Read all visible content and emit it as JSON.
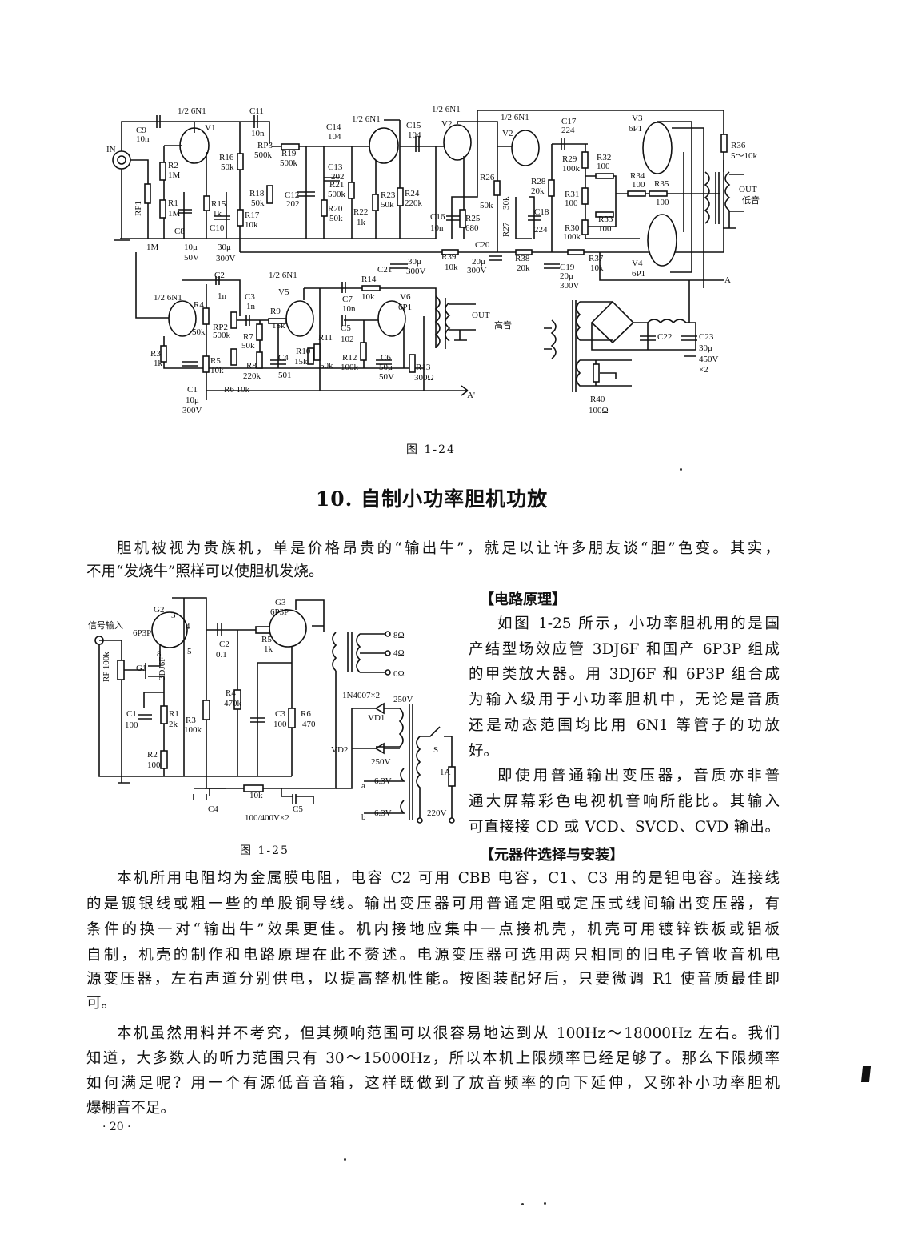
{
  "figure_1_24": {
    "caption": "图 1-24",
    "labels": [
      "IN",
      "C9",
      "10n",
      "1/2 6N1",
      "V1",
      "C11",
      "10n",
      "RP3",
      "500k",
      "R16",
      "50k",
      "R19",
      "500k",
      "C14",
      "104",
      "1/2 6N1",
      "C15",
      "104",
      "R2",
      "1M",
      "R1",
      "1M",
      "RP1",
      "R15",
      "1k",
      "C8",
      "C10",
      "R17",
      "10k",
      "R18",
      "50k",
      "C12",
      "202",
      "C13",
      "202",
      "R21",
      "500k",
      "R20",
      "50k",
      "R22",
      "1k",
      "R23",
      "50k",
      "R24",
      "220k",
      "1M",
      "10μ",
      "50V",
      "30μ",
      "300V",
      "C21",
      "30μ",
      "300V",
      "1/2 6N1",
      "V2",
      "1/2 6N1",
      "V2",
      "C17",
      "224",
      "V3",
      "6P1",
      "R36",
      "5～10k",
      "R29",
      "100k",
      "R32",
      "100",
      "R26",
      "R28",
      "20k",
      "R31",
      "100",
      "R34",
      "100",
      "R35",
      "100",
      "OUT",
      "低音",
      "50k",
      "30k",
      "R27",
      "C16",
      "10n",
      "R25",
      "680",
      "C18",
      "224",
      "R30",
      "100k",
      "R33",
      "100",
      "C20",
      "R39",
      "10k",
      "20μ",
      "300V",
      "R38",
      "20k",
      "C19",
      "20μ",
      "300V",
      "R37",
      "10k",
      "V4",
      "6P1",
      "A",
      "C2",
      "1n",
      "1/2 6N1",
      "V5",
      "1/2 6N1",
      "R4",
      "50k",
      "C3",
      "1n",
      "RP2",
      "500k",
      "R9",
      "15k",
      "C7",
      "10n",
      "R14",
      "10k",
      "V6",
      "6P1",
      "OUT",
      "高音",
      "C5",
      "102",
      "R7",
      "50k",
      "R11",
      "50k",
      "R3",
      "1k",
      "R10",
      "15k",
      "R12",
      "100k",
      "C4",
      "501",
      "R5",
      "10k",
      "R8",
      "220k",
      "C6",
      "50μ",
      "50V",
      "R13",
      "300Ω",
      "R6 10k",
      "C1",
      "10μ",
      "300V",
      "A'",
      "C22",
      "C23",
      "30μ",
      "450V",
      "×2",
      "R40",
      "100Ω"
    ]
  },
  "section_title": "10. 自制小功率胆机功放",
  "intro_lines": [
    "胆机被视为贵族机，单是价格昂贵的“输出牛”，就足以让许多朋友谈“胆”色变。其实，",
    "不用“发烧牛”照样可以使胆机发烧。"
  ],
  "figure_1_25": {
    "caption": "图 1-25",
    "labels": [
      "信号输入",
      "G2",
      "6P3P",
      "3",
      "4",
      "8",
      "5",
      "G1",
      "3DJ6F",
      "RP 100k",
      "C1",
      "100",
      "R1",
      "2k",
      "R2",
      "100",
      "R3",
      "100k",
      "C2",
      "0.1",
      "R5",
      "1k",
      "G3",
      "6P3P",
      "R4",
      "470k",
      "C3",
      "100",
      "R6",
      "470",
      "8Ω",
      "4Ω",
      "0Ω",
      "1N4007×2",
      "250V",
      "VD1",
      "VD2",
      "S",
      "250V",
      "6.3V",
      "a",
      "1A",
      "6.3V",
      "b",
      "220V",
      "C4",
      "10k",
      "C5",
      "100/400V×2"
    ]
  },
  "circuit_principle": {
    "heading": "【电路原理】",
    "lines": [
      "如图 1-25 所示，小功率胆机用的是国",
      "产结型场效应管 3DJ6F 和国产 6P3P 组成",
      "的甲类放大器。用 3DJ6F 和 6P3P 组合成",
      "为输入级用于小功率胆机中，无论是音质",
      "还是动态范围均比用 6N1 等管子的功放",
      "好。",
      "即使用普通输出变压器，音质亦非普",
      "通大屏幕彩色电视机音响所能比。其输入",
      "可直接接 CD 或 VCD、SVCD、CVD 输出。"
    ]
  },
  "components_section": {
    "heading": "【元器件选择与安装】",
    "para1_lines": [
      "本机所用电阻均为金属膜电阻，电容 C2 可用 CBB 电容，C1、C3 用的是钽电容。连接线",
      "的是镀银线或粗一些的单股铜导线。输出变压器可用普通定阻或定压式线间输出变压器，有",
      "条件的换一对“输出牛”效果更佳。机内接地应集中一点接机壳，机壳可用镀锌铁板或铝板",
      "自制，机壳的制作和电路原理在此不赘述。电源变压器可选用两只相同的旧电子管收音机电",
      "源变压器，左右声道分别供电，以提高整机性能。按图装配好后，只要微调 R1 使音质最佳即",
      "可。"
    ],
    "para2_lines": [
      "本机虽然用料并不考究，但其频响范围可以很容易地达到从 100Hz～18000Hz 左右。我们",
      "知道，大多数人的听力范围只有 30～15000Hz，所以本机上限频率已经足够了。那么下限频率",
      "如何满足呢？用一个有源低音音箱，这样既做到了放音频率的向下延伸，又弥补小功率胆机",
      "爆棚音不足。"
    ]
  },
  "page_number": "· 20 ·"
}
